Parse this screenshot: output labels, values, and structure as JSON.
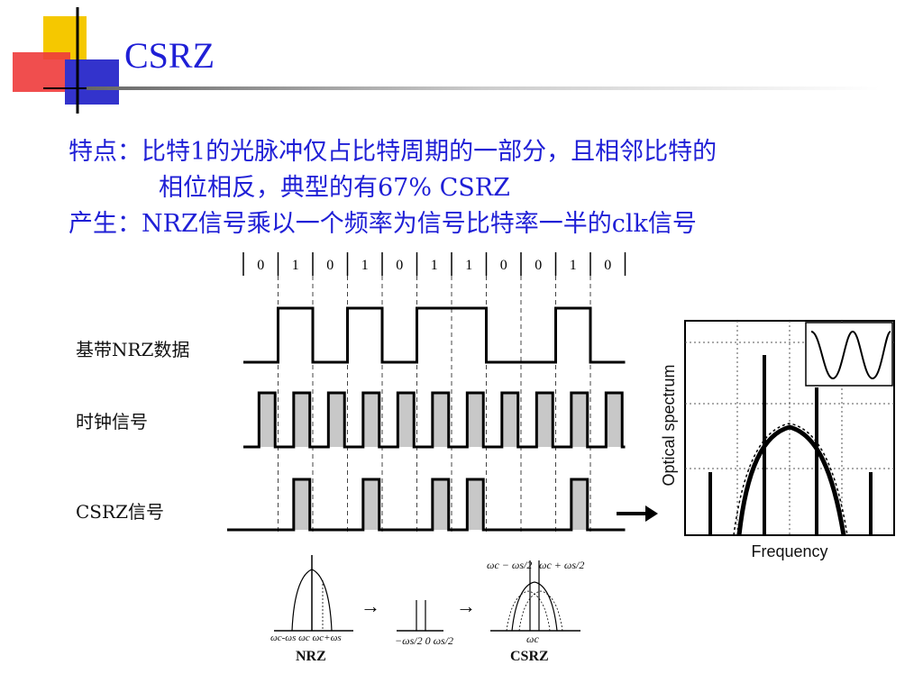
{
  "slide": {
    "title": "CSRZ",
    "accent_colors": {
      "yellow": "#f5c800",
      "red": "#ee3b3b",
      "blue": "#3333cc",
      "text_blue": "#1f1fd6"
    }
  },
  "bullets": {
    "feature_prefix": "特点：",
    "feature_line1": "比特1的光脉冲仅占比特周期的一部分，且相邻比特的",
    "feature_line2": "相位相反，典型的有67% CSRZ",
    "generation_prefix": "产生：",
    "generation_text": "NRZ信号乘以一个频率为信号比特率一半的clk信号"
  },
  "bit_sequence": [
    "0",
    "1",
    "0",
    "1",
    "0",
    "1",
    "1",
    "0",
    "0",
    "1",
    "0"
  ],
  "waveform_labels": {
    "baseband": "基带NRZ数据",
    "clock": "时钟信号",
    "csrz": "CSRZ信号"
  },
  "spectrum_plot": {
    "ylabel": "Optical spectrum",
    "xlabel": "Frequency"
  },
  "bottom_diagram": {
    "nrz_label": "NRZ",
    "csrz_label": "CSRZ",
    "nrz_axis": "ωc-ωs ωc ωc+ωs",
    "csrz_axis": "ωc",
    "csrz_left_marker": "ωc − ωs/2",
    "csrz_right_marker": "ωc + ωs/2",
    "mid_axis": "−ωs/2  0  ωs/2",
    "arrow": "→"
  }
}
